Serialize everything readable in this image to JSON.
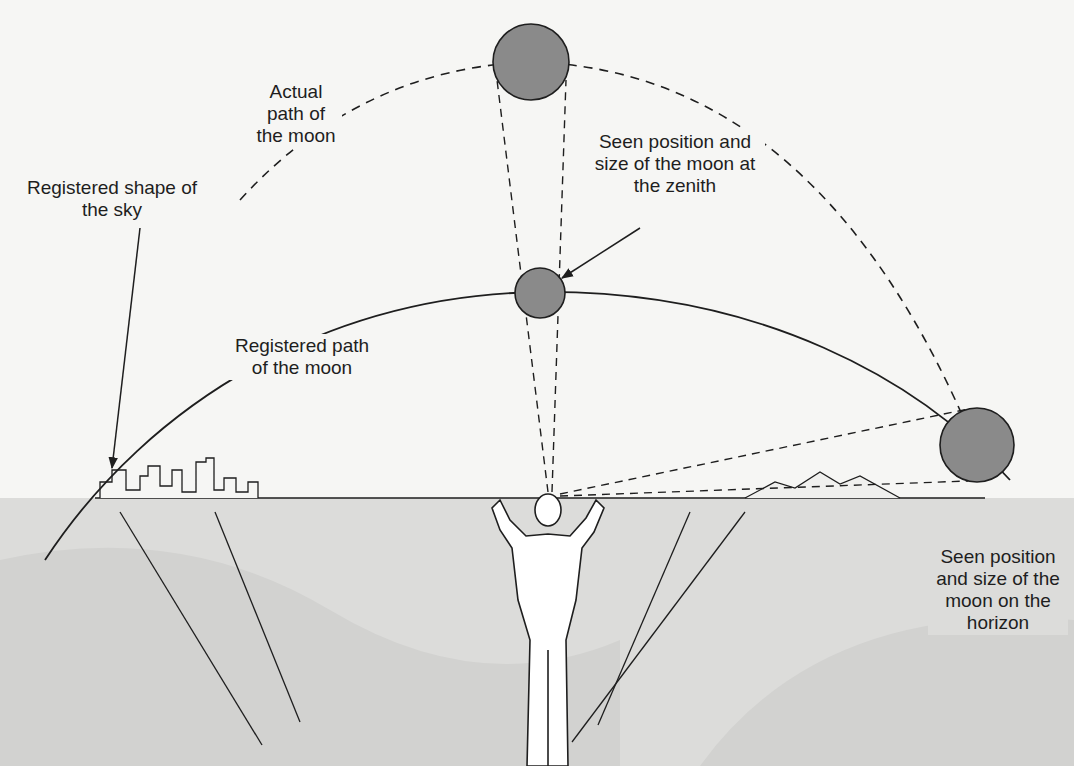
{
  "diagram": {
    "labels": [
      "Actual path of the moon",
      "Registered shape of the sky",
      "Seen position and size of the moon at the zenith",
      "Registered path of the moon",
      "Seen position and size of the moon on the horizon"
    ]
  }
}
